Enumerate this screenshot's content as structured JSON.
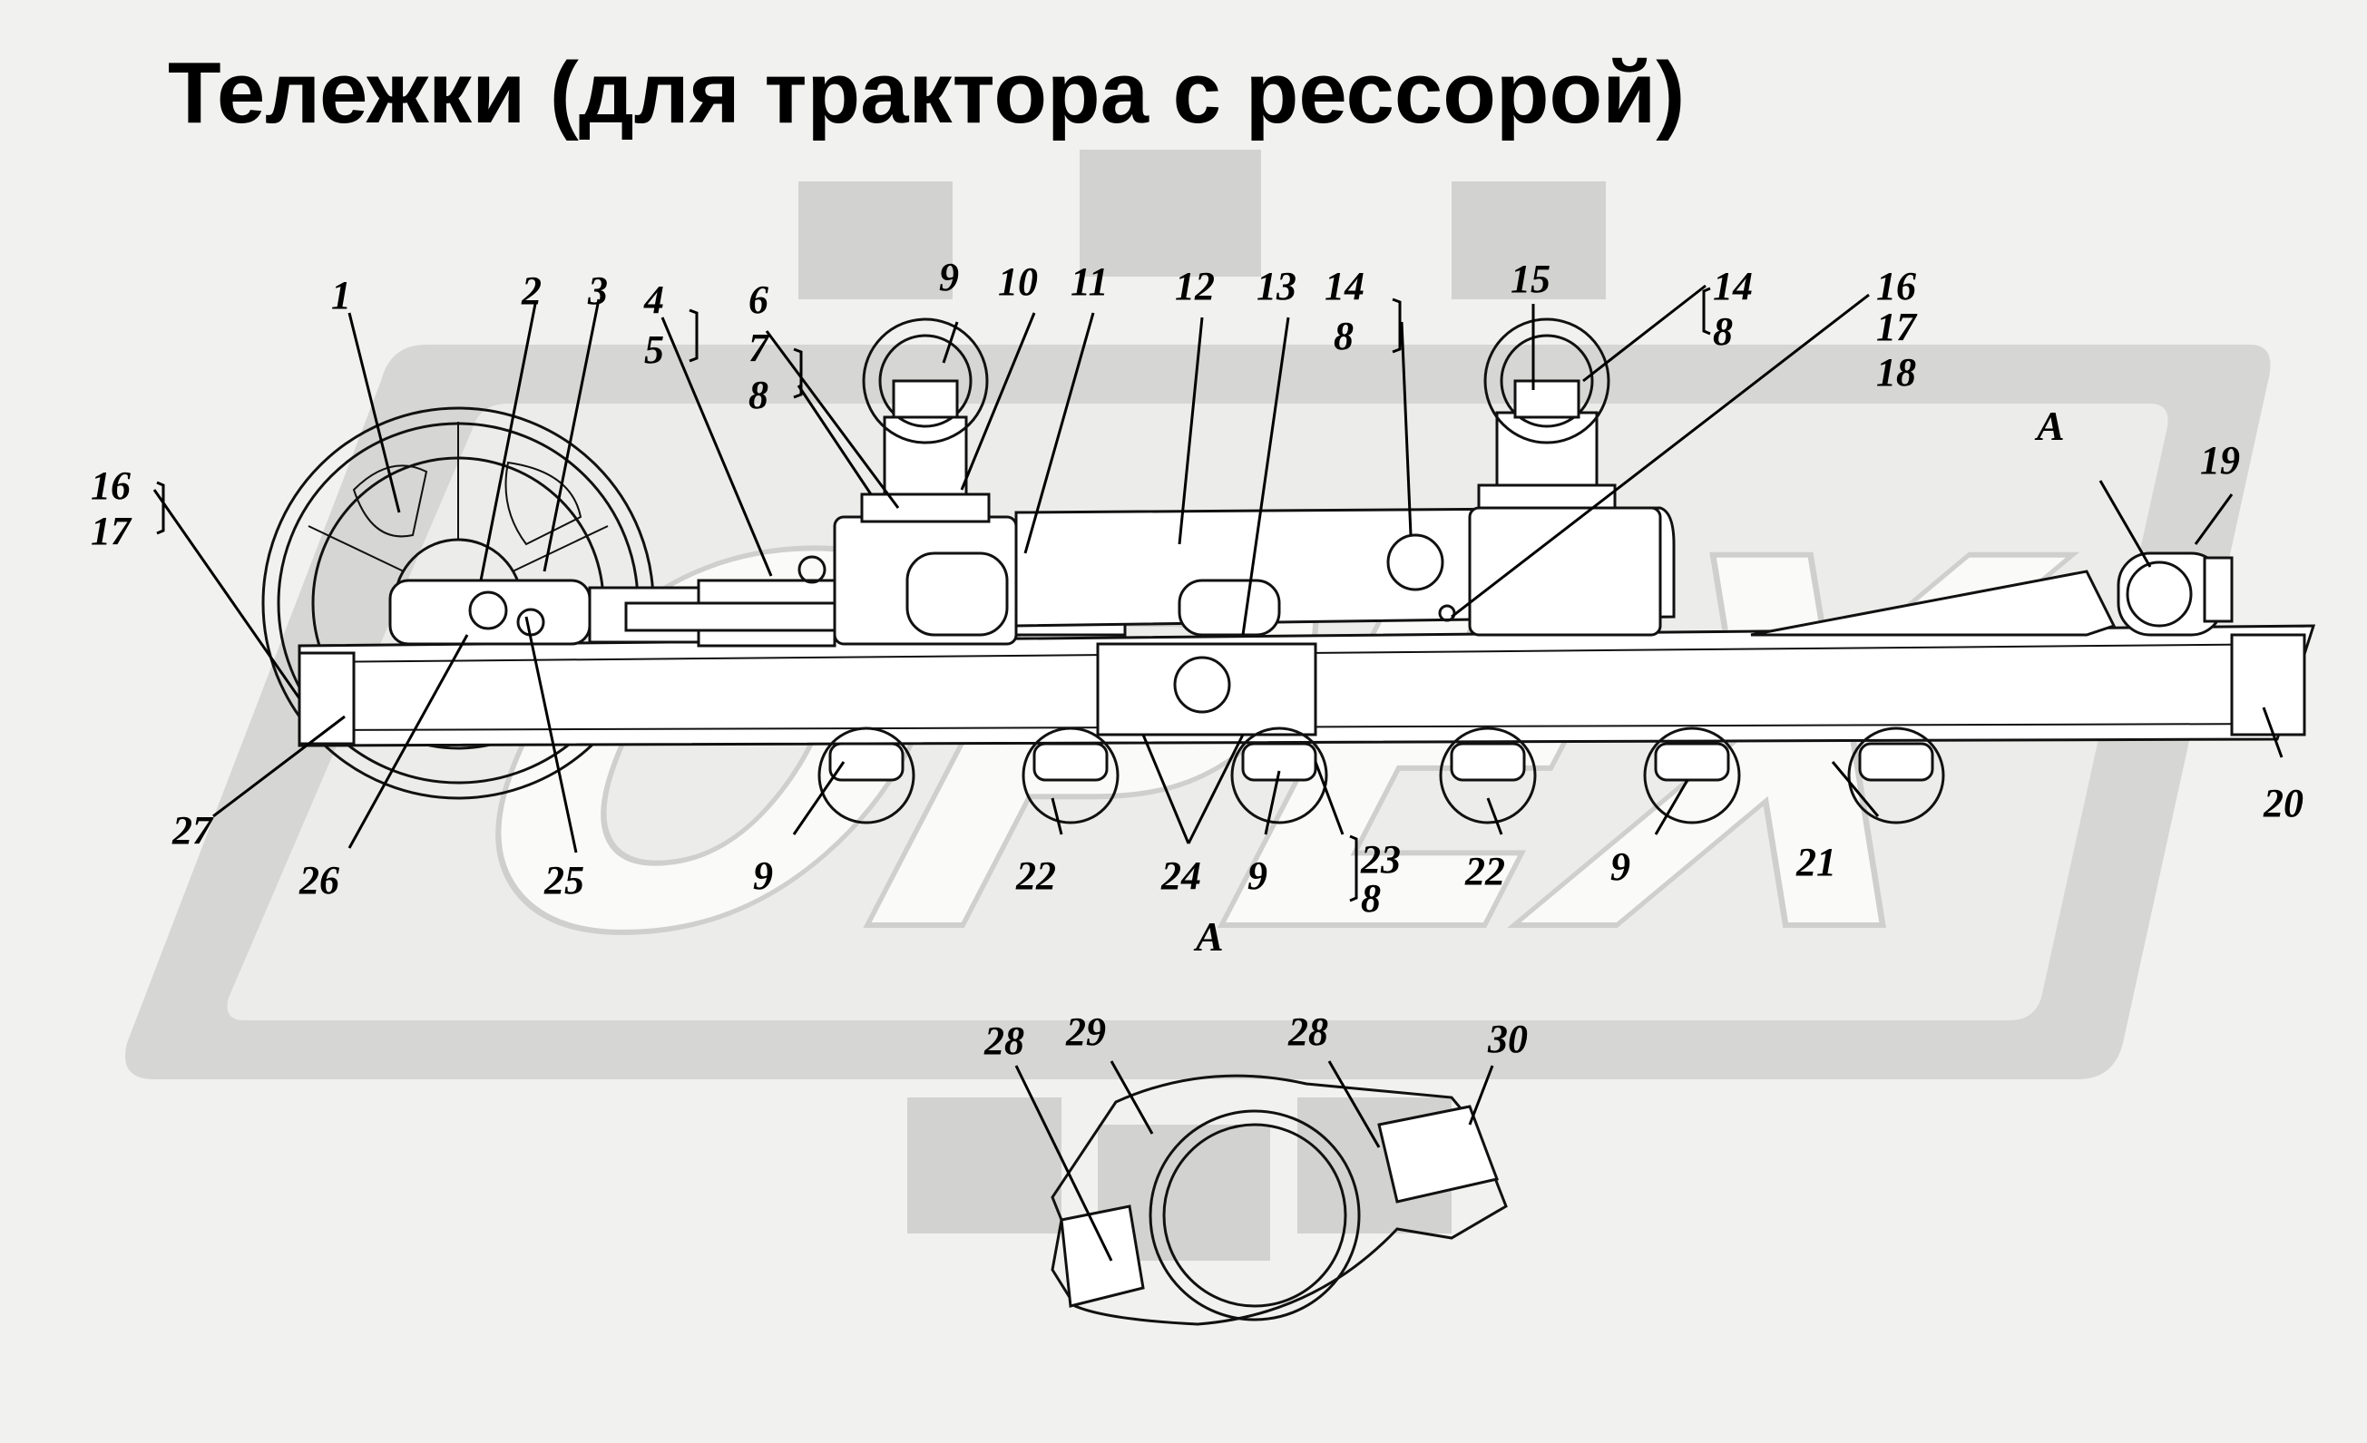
{
  "title": "Тележки (для трактора с рессорой)",
  "watermark": "OPEX",
  "colors": {
    "background": "#f1f1ef",
    "watermark": "#d2d2d0",
    "ink": "#111111"
  },
  "labels": {
    "l1": "1",
    "l2": "2",
    "l3": "3",
    "l4": "4",
    "l5": "5",
    "l6": "6",
    "l7": "7",
    "l8a": "8",
    "l9a": "9",
    "l10": "10",
    "l11": "11",
    "l12": "12",
    "l13": "13",
    "l14a": "14",
    "l8b": "8",
    "l15": "15",
    "l14b": "14",
    "l8c": "8",
    "l16a": "16",
    "l17a": "17",
    "l18": "18",
    "l16b": "16",
    "l17b": "17",
    "l19": "19",
    "l20": "20",
    "l21": "21",
    "l9b": "9",
    "l22a": "22",
    "l23": "23",
    "l8d": "8",
    "l9c": "9",
    "l24": "24",
    "l22b": "22",
    "l9d": "9",
    "l25": "25",
    "l26": "26",
    "l27": "27",
    "l28a": "28",
    "l29": "29",
    "l28b": "28",
    "l30": "30"
  },
  "section_labels": {
    "top": "A",
    "bottom": "A"
  }
}
